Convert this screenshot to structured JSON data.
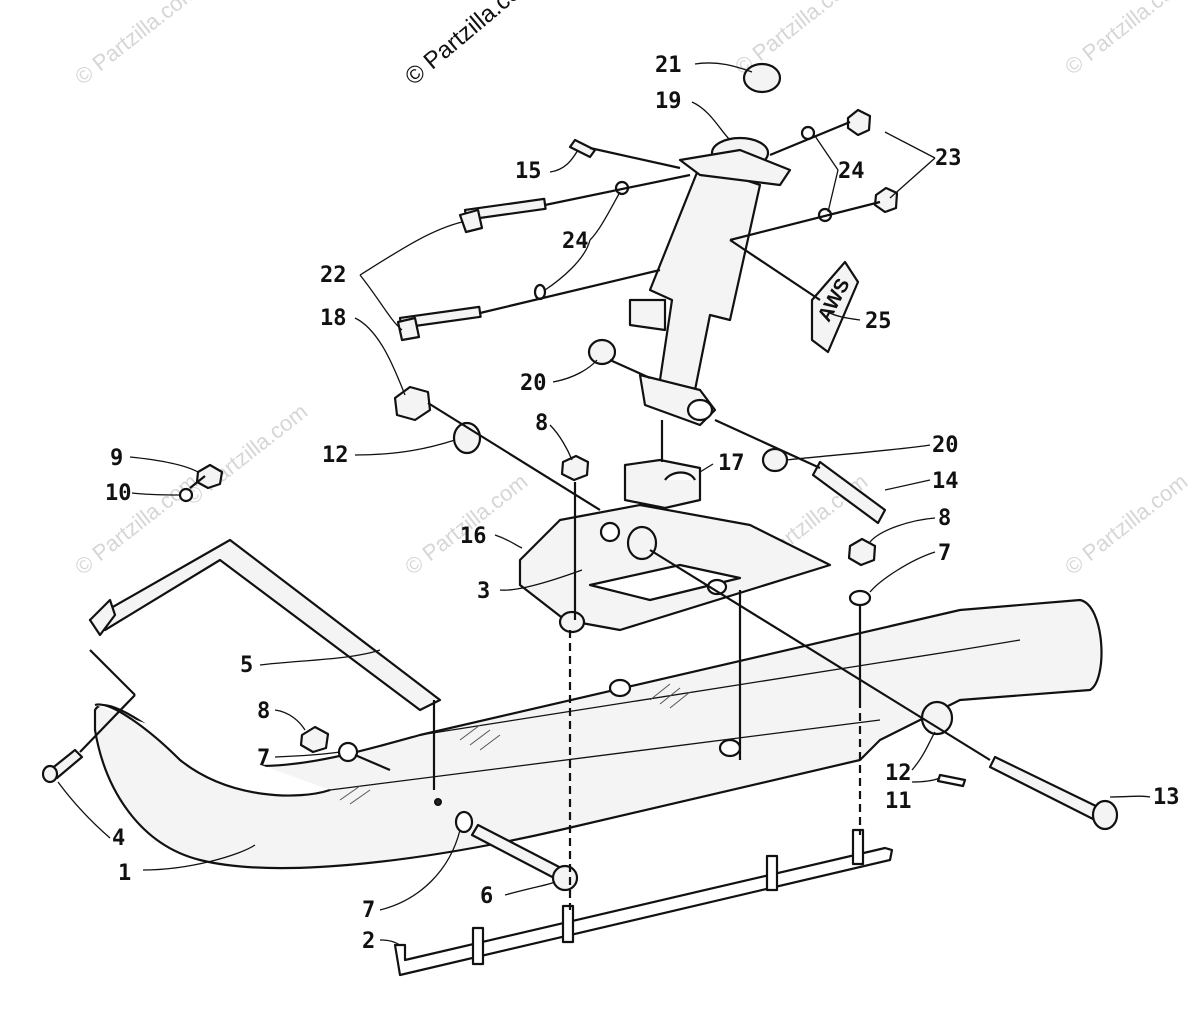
{
  "watermarks": {
    "main": "© Partzilla.com",
    "small": "© Partzilla.com"
  },
  "decal_text": "AWS",
  "callouts": {
    "c1": "1",
    "c2": "2",
    "c3": "3",
    "c4": "4",
    "c5": "5",
    "c6": "6",
    "c7a": "7",
    "c7b": "7",
    "c7c": "7",
    "c8a": "8",
    "c8b": "8",
    "c8c": "8",
    "c9": "9",
    "c10": "10",
    "c11": "11",
    "c12a": "12",
    "c12b": "12",
    "c13": "13",
    "c14": "14",
    "c15": "15",
    "c16": "16",
    "c17": "17",
    "c18": "18",
    "c19": "19",
    "c20a": "20",
    "c20b": "20",
    "c21": "21",
    "c22": "22",
    "c23": "23",
    "c24a": "24",
    "c24b": "24",
    "c25": "25"
  }
}
